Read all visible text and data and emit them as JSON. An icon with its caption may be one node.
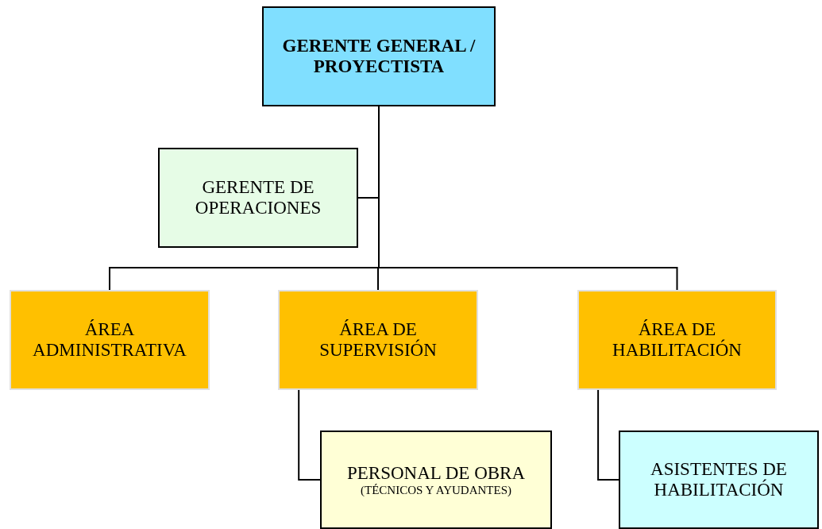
{
  "diagram": {
    "nodes": [
      {
        "text": [
          "GERENTE GENERAL / PROYECTISTA"
        ]
      },
      {
        "text": [
          "GERENTE DE OPERACIONES"
        ]
      },
      {
        "text": [
          "ÁREA ADMINISTRATIVA"
        ]
      },
      {
        "text": [
          "ÁREA DE SUPERVISIÓN"
        ]
      },
      {
        "text": [
          "ÁREA DE HABILITACIÓN"
        ]
      },
      {
        "text": [
          "PERSONAL DE OBRA",
          "(TÉCNICOS Y AYUDANTES)"
        ]
      },
      {
        "text": [
          "ASISTENTES DE HABILITACIÓN"
        ]
      }
    ],
    "edges": [
      {
        "from": 0,
        "to": 1,
        "arrow": "none"
      },
      {
        "from": 0,
        "to": 2,
        "arrow": "none"
      },
      {
        "from": 0,
        "to": 3,
        "arrow": "none"
      },
      {
        "from": 0,
        "to": 4,
        "arrow": "none"
      },
      {
        "from": 3,
        "to": 5,
        "arrow": "none"
      },
      {
        "from": 4,
        "to": 6,
        "arrow": "none"
      }
    ]
  }
}
